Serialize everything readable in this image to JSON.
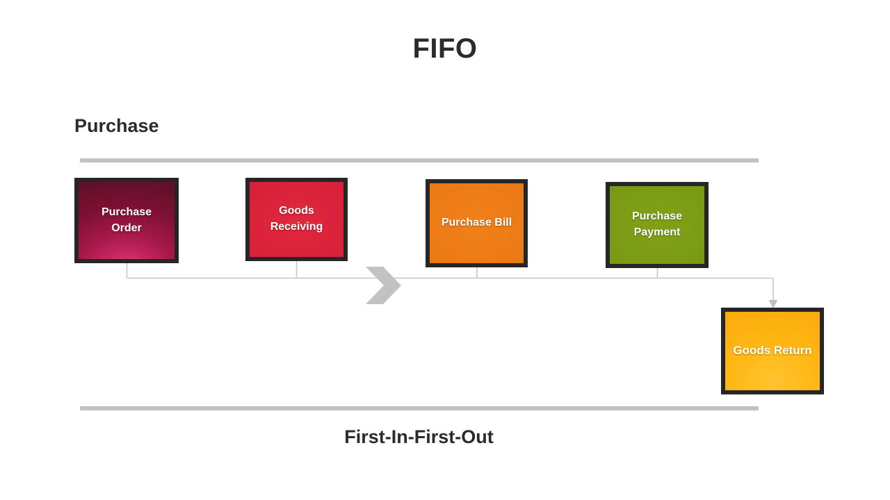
{
  "page": {
    "title": "FIFO",
    "footer": "First-In-First-Out",
    "background_color": "#ffffff",
    "text_color": "#2b2b2b"
  },
  "section": {
    "label": "Purchase",
    "divider_color": "#c2c2c2"
  },
  "diagram": {
    "type": "process-flow",
    "connector_color": "#c6c6c6",
    "box_border_color": "#262626",
    "chevron_color": "#c2c2c2",
    "boxes": [
      {
        "id": "purchase-order",
        "label_line1": "Purchase",
        "label_line2": "Order",
        "color": "#a31848",
        "order": 1
      },
      {
        "id": "goods-receiving",
        "label_line1": "Goods",
        "label_line2": "Receiving",
        "color": "#d8213a",
        "order": 2
      },
      {
        "id": "purchase-bill",
        "label_line1": "Purchase Bill",
        "label_line2": "",
        "color": "#ec7a16",
        "order": 3
      },
      {
        "id": "purchase-payment",
        "label_line1": "Purchase",
        "label_line2": "Payment",
        "color": "#7a9a14",
        "order": 4
      },
      {
        "id": "goods-return",
        "label_line1": "Goods Return",
        "label_line2": "",
        "color": "#ffb612",
        "order": 5
      }
    ]
  }
}
